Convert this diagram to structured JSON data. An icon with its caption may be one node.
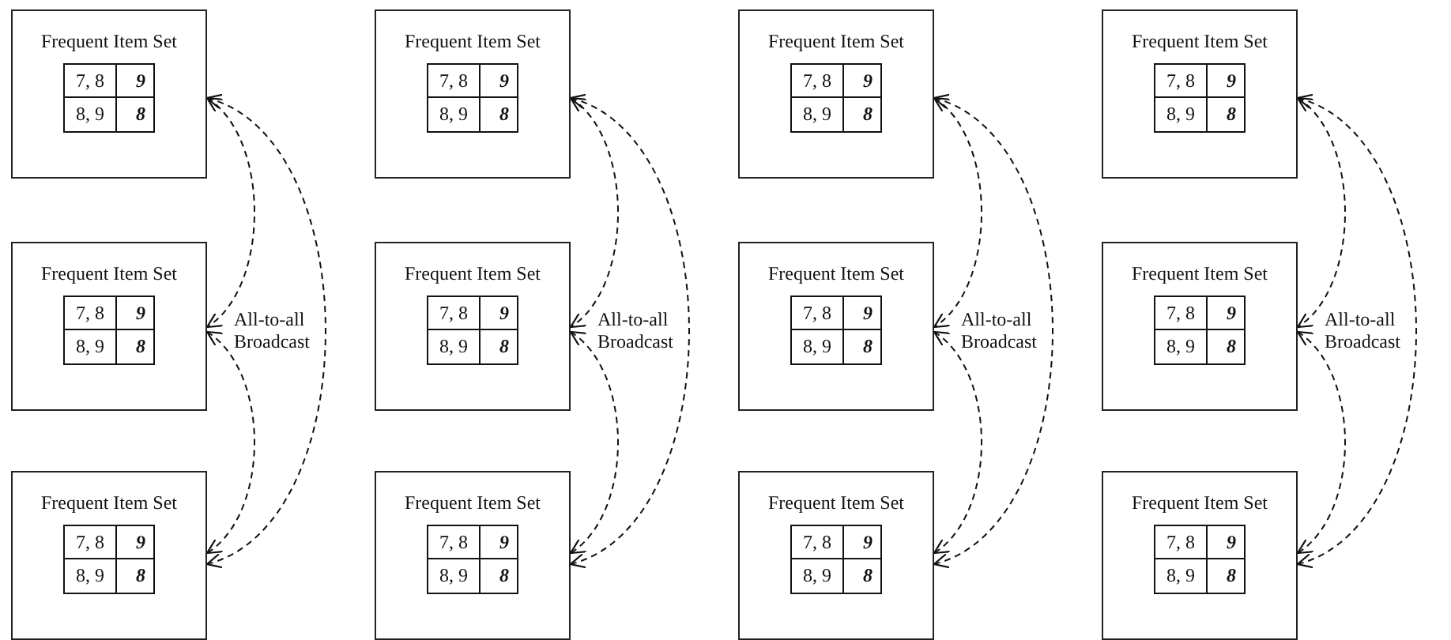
{
  "diagram": {
    "nodes": [
      {
        "text": [
          "Frequent Item Set",
          "7, 8",
          "9",
          "8, 9",
          "8"
        ]
      },
      {
        "text": [
          "Frequent Item Set",
          "7, 8",
          "9",
          "8, 9",
          "8"
        ]
      },
      {
        "text": [
          "Frequent Item Set",
          "7, 8",
          "9",
          "8, 9",
          "8"
        ]
      },
      {
        "text": [
          "Frequent Item Set",
          "7, 8",
          "9",
          "8, 9",
          "8"
        ]
      },
      {
        "text": [
          "Frequent Item Set",
          "7, 8",
          "9",
          "8, 9",
          "8"
        ]
      },
      {
        "text": [
          "Frequent Item Set",
          "7, 8",
          "9",
          "8, 9",
          "8"
        ]
      },
      {
        "text": [
          "Frequent Item Set",
          "7, 8",
          "9",
          "8, 9",
          "8"
        ]
      },
      {
        "text": [
          "Frequent Item Set",
          "7, 8",
          "9",
          "8, 9",
          "8"
        ]
      },
      {
        "text": [
          "Frequent Item Set",
          "7, 8",
          "9",
          "8, 9",
          "8"
        ]
      },
      {
        "text": [
          "Frequent Item Set",
          "7, 8",
          "9",
          "8, 9",
          "8"
        ]
      },
      {
        "text": [
          "Frequent Item Set",
          "7, 8",
          "9",
          "8, 9",
          "8"
        ]
      },
      {
        "text": [
          "Frequent Item Set",
          "7, 8",
          "9",
          "8, 9",
          "8"
        ]
      }
    ],
    "edges": [
      {
        "from": 0,
        "to": 1,
        "arrow": "both",
        "style": "dashed"
      },
      {
        "from": 0,
        "to": 2,
        "arrow": "both",
        "style": "dashed"
      },
      {
        "from": 1,
        "to": 2,
        "arrow": "both",
        "style": "dashed"
      },
      {
        "from": 3,
        "to": 4,
        "arrow": "both",
        "style": "dashed"
      },
      {
        "from": 3,
        "to": 5,
        "arrow": "both",
        "style": "dashed"
      },
      {
        "from": 4,
        "to": 5,
        "arrow": "both",
        "style": "dashed"
      },
      {
        "from": 6,
        "to": 7,
        "arrow": "both",
        "style": "dashed"
      },
      {
        "from": 6,
        "to": 8,
        "arrow": "both",
        "style": "dashed"
      },
      {
        "from": 7,
        "to": 8,
        "arrow": "both",
        "style": "dashed"
      },
      {
        "from": 9,
        "to": 10,
        "arrow": "both",
        "style": "dashed"
      },
      {
        "from": 9,
        "to": 11,
        "arrow": "both",
        "style": "dashed"
      },
      {
        "from": 10,
        "to": 11,
        "arrow": "both",
        "style": "dashed"
      }
    ],
    "labels": [
      "All-to-all Broadcast",
      "All-to-all Broadcast",
      "All-to-all Broadcast",
      "All-to-all Broadcast"
    ]
  }
}
